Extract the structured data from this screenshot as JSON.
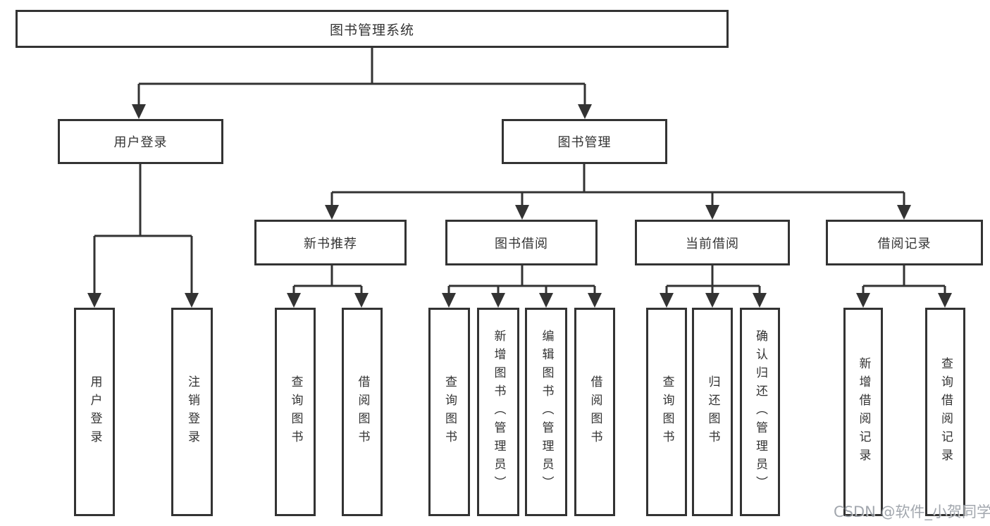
{
  "colors": {
    "line": "#333333",
    "text": "#333333",
    "background": "#ffffff",
    "watermark": "#8c929a"
  },
  "watermark": {
    "text": "CSDN @软件_小贺同学"
  },
  "diagram": {
    "root": {
      "label": "图书管理系统"
    },
    "branches": {
      "user_login": {
        "label": "用户登录",
        "children": [
          {
            "label": "用户登录"
          },
          {
            "label": "注销登录"
          }
        ]
      },
      "book_management": {
        "label": "图书管理",
        "children": [
          {
            "label": "新书推荐",
            "children": [
              {
                "label": "查询图书"
              },
              {
                "label": "借阅图书"
              }
            ]
          },
          {
            "label": "图书借阅",
            "children": [
              {
                "label": "查询图书"
              },
              {
                "label": "新增图书（管理员）"
              },
              {
                "label": "编辑图书（管理员）"
              },
              {
                "label": "借阅图书"
              }
            ]
          },
          {
            "label": "当前借阅",
            "children": [
              {
                "label": "查询图书"
              },
              {
                "label": "归还图书"
              },
              {
                "label": "确认归还（管理员）"
              }
            ]
          },
          {
            "label": "借阅记录",
            "children": [
              {
                "label": "新增借阅记录"
              },
              {
                "label": "查询借阅记录"
              }
            ]
          }
        ]
      }
    }
  }
}
